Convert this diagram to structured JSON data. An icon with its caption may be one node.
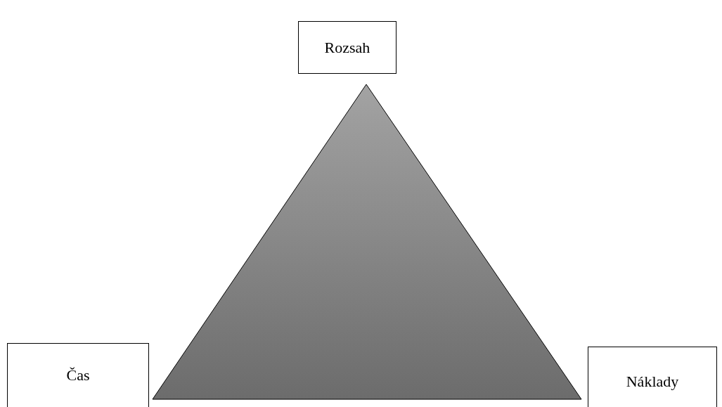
{
  "diagram": {
    "nodes": [
      {
        "text": [
          "Rozsah"
        ]
      },
      {
        "text": [
          "Čas"
        ]
      },
      {
        "text": [
          "Náklady"
        ]
      }
    ]
  }
}
